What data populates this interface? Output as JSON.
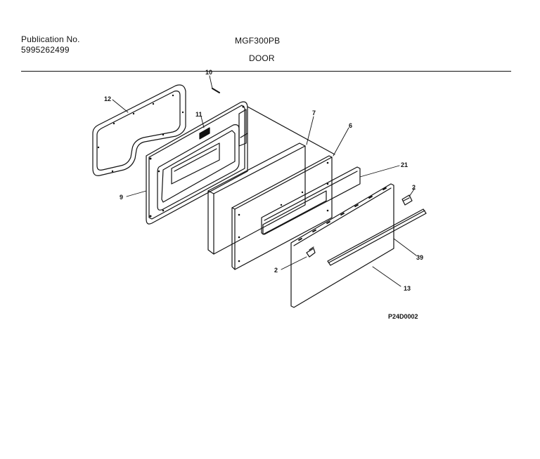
{
  "header": {
    "publication_label": "Publication No.",
    "publication_number": "5995262499",
    "model": "MGF300PB",
    "section": "DOOR"
  },
  "callouts": {
    "c12": "12",
    "c10": "10",
    "c11": "11",
    "c9": "9",
    "c7": "7",
    "c6": "6",
    "c21": "21",
    "c2a": "2",
    "c2b": "2",
    "c39": "39",
    "c13": "13"
  },
  "figure_code": "P24D0002"
}
